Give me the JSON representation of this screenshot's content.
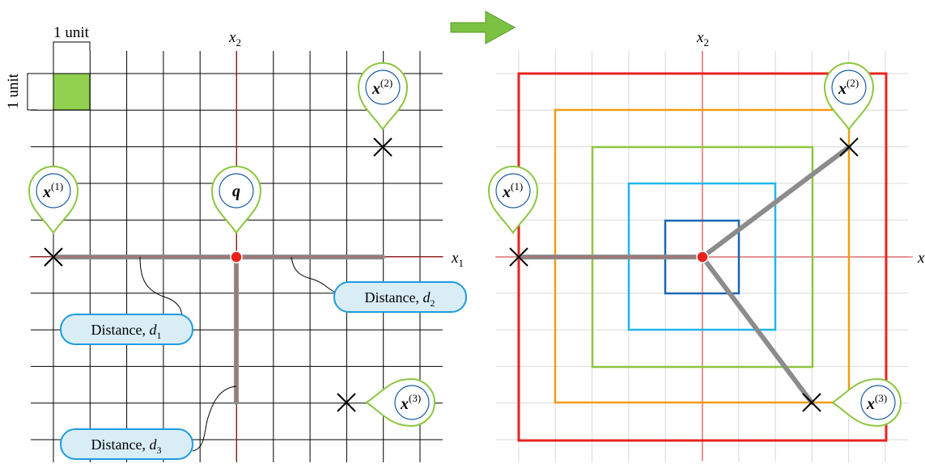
{
  "left_panel": {
    "unit_width_label": "1 unit",
    "unit_height_label": "1 unit",
    "x1_axis": "x",
    "x1_sub": "1",
    "x2_axis": "x",
    "x2_sub": "2",
    "query_marker": "q",
    "marker_x1": {
      "var": "x",
      "sup": "(1)"
    },
    "marker_x2": {
      "var": "x",
      "sup": "(2)"
    },
    "marker_x3": {
      "var": "x",
      "sup": "(3)"
    },
    "distance_d1": {
      "text": "Distance, ",
      "var": "d",
      "sub": "1"
    },
    "distance_d2": {
      "text": "Distance, ",
      "var": "d",
      "sub": "2"
    },
    "distance_d3": {
      "text": "Distance, ",
      "var": "d",
      "sub": "3"
    }
  },
  "right_panel": {
    "x2_axis": "x",
    "x2_sub": "2",
    "x1_axis_partial": "x",
    "marker_x1": {
      "var": "x",
      "sup": "(1)"
    },
    "marker_x2": {
      "var": "x",
      "sup": "(2)"
    },
    "marker_x3": {
      "var": "x",
      "sup": "(3)"
    }
  },
  "colors": {
    "grid_dark": "#000000",
    "grid_light": "#d9d9d9",
    "axis": "#e53935",
    "distance_path": "#8c8c8c",
    "unit_square": "#92d050",
    "marker_outline": "#8cc63f",
    "marker_inner": "#1a5ca8",
    "callout_fill": "#d9edf7",
    "callout_stroke": "#1e9be0",
    "arrow": "#7cc242",
    "square_red": "#e8231d",
    "square_orange": "#f39c12",
    "square_green": "#8cc63f",
    "square_cyan": "#1fb6e8",
    "square_blue": "#1a66b0",
    "query_point": "#e8231d"
  }
}
